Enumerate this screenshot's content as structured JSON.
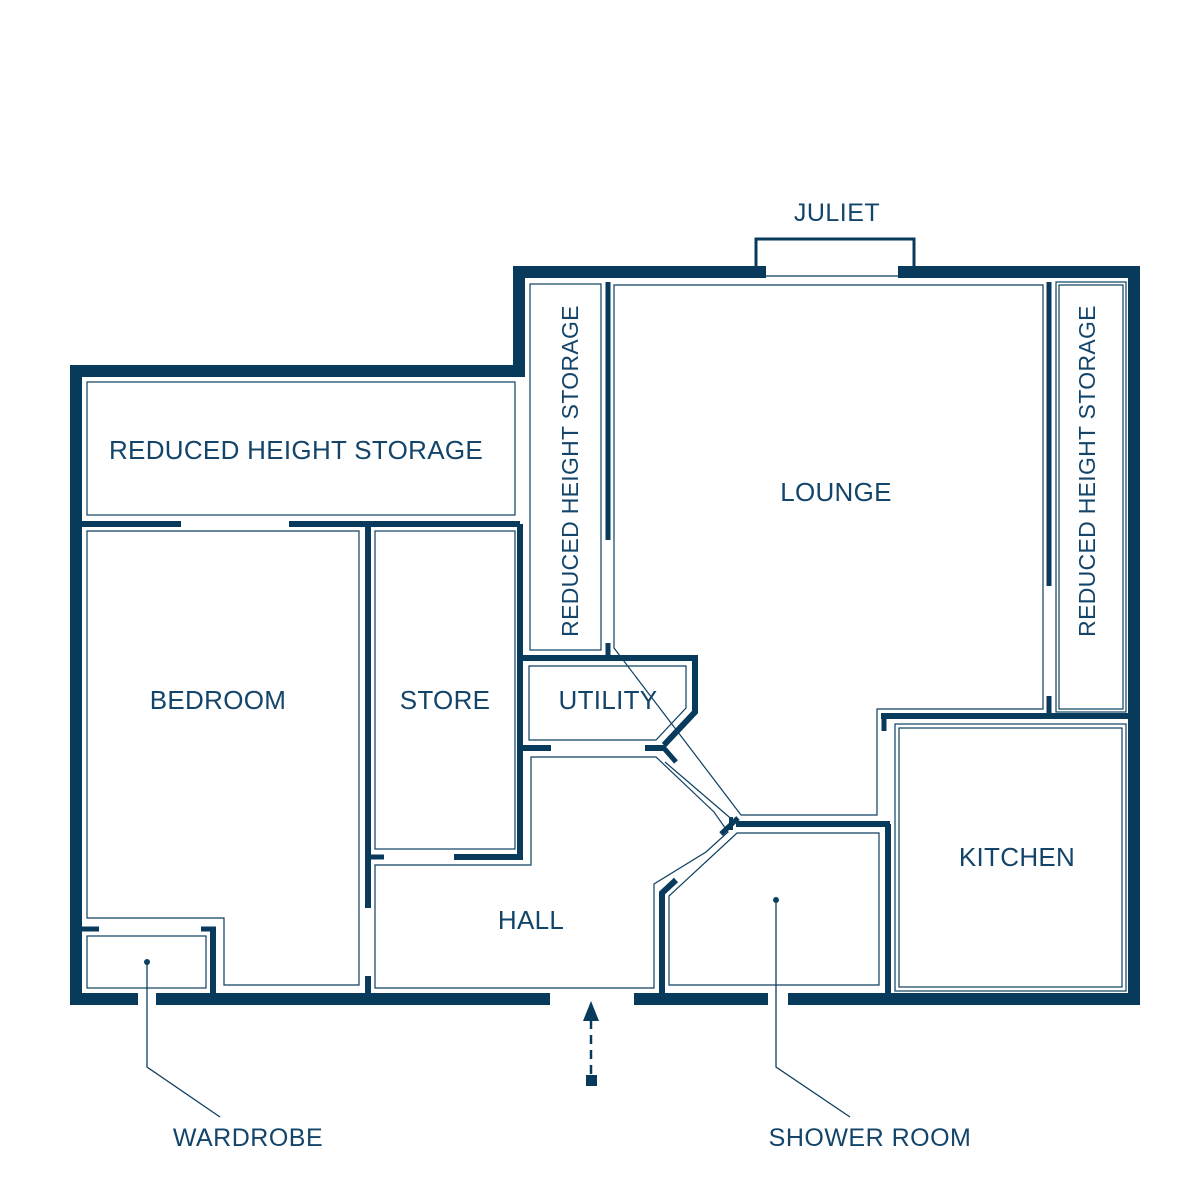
{
  "colors": {
    "wall": "#083a5c",
    "line": "#0d3f60",
    "text": "#13446a",
    "background": "#ffffff"
  },
  "labels": {
    "juliet": "JULIET",
    "reduced_storage_top": "REDUCED HEIGHT STORAGE",
    "reduced_storage_left_vertical": "REDUCED HEIGHT STORAGE",
    "reduced_storage_right_vertical": "REDUCED HEIGHT STORAGE",
    "lounge": "LOUNGE",
    "bedroom": "BEDROOM",
    "store": "STORE",
    "utility": "UTILITY",
    "kitchen": "KITCHEN",
    "hall": "HALL",
    "wardrobe": "WARDROBE",
    "shower_room": "SHOWER ROOM"
  },
  "icons": {
    "entrance": "dashed-up-arrow-icon"
  }
}
